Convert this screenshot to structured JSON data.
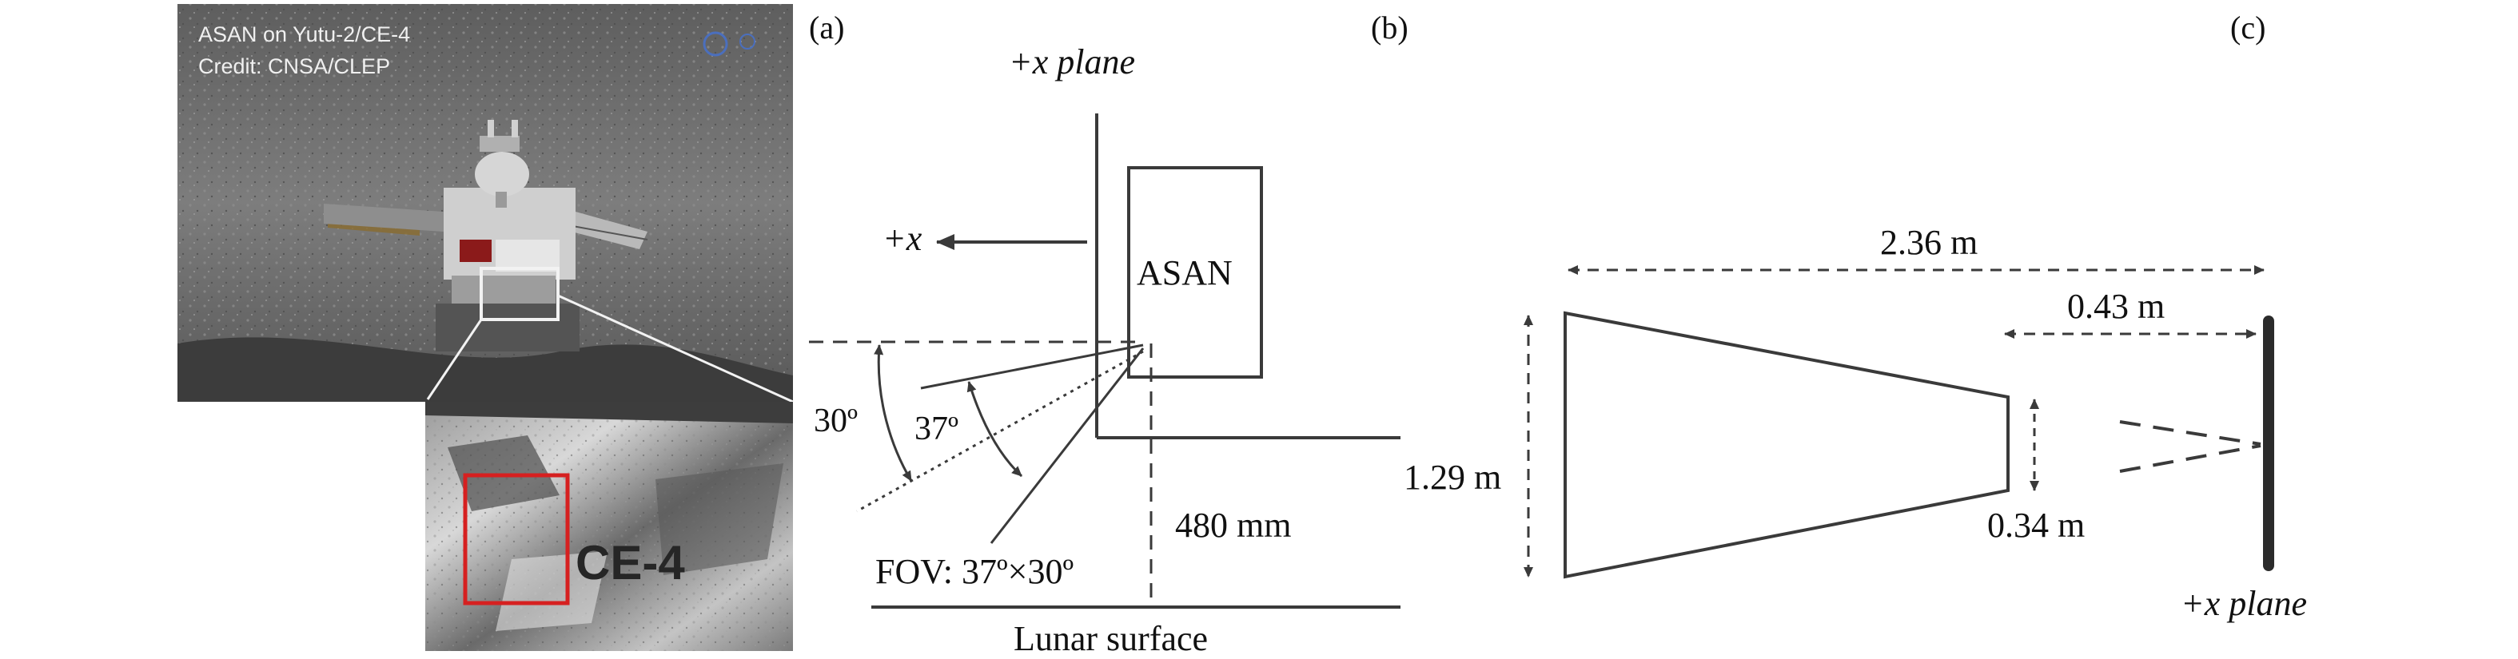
{
  "panels": {
    "a": {
      "label": "(a)",
      "credit_line1": "ASAN on Yutu-2/CE-4",
      "credit_line2": "Credit: CNSA/CLEP",
      "inset_text": "CE-4"
    },
    "b": {
      "label": "(b)",
      "plane_label": "+x plane",
      "axis_label": "+x",
      "instrument_label": "ASAN",
      "angle_30": "30º",
      "angle_37": "37º",
      "fov_label": "FOV: 37º×30º",
      "height_label": "480 mm",
      "surface_label": "Lunar surface"
    },
    "c": {
      "label": "(c)",
      "length_top": "2.36 m",
      "distance_label": "0.43 m",
      "left_height": "1.29 m",
      "right_height": "0.34 m",
      "plane_label": "+x plane"
    }
  },
  "colors": {
    "ink": "#3a3a3a",
    "highlight_box": "#d62020",
    "lunar_gray": "#6e6e6e"
  }
}
